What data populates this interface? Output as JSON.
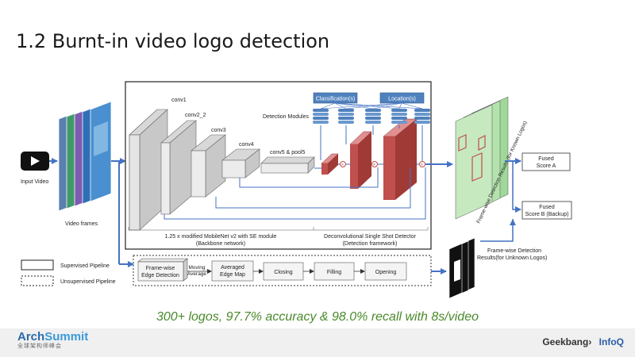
{
  "slide": {
    "title": "1.2 Burnt-in video logo detection",
    "caption": "300+ logos, 97.7% accuracy & 98.0% recall with 8s/video"
  },
  "diagram": {
    "input_video": "Input Video",
    "video_frames": "Video frames",
    "layers": [
      "conv1",
      "conv2_2",
      "conv3",
      "conv4",
      "conv5 & pool5"
    ],
    "detection_modules": "Detection Modules",
    "classification": "Classification(s)",
    "location": "Location(s)",
    "backbone_line1": "1.25 x modified MobileNet v2 with SE module",
    "backbone_line2": "(Backbone network)",
    "detector_line1": "Deconvolutional Single Shot Detector",
    "detector_line2": "(Detection framework)",
    "known_results": "Frame-wise Detection Results (for Known Logos)",
    "fused_a_line1": "Fused",
    "fused_a_line2": "Score A",
    "fused_b_line1": "Fused",
    "fused_b_line2": "Score B (Backup)",
    "unknown_results_line1": "Frame-wise Detection",
    "unknown_results_line2": "Results(for Unknown Logos)",
    "legend_supervised": "Supervised Pipeline",
    "legend_unsupervised": "Unsupervised Pipeline",
    "pipeline": {
      "edge_line1": "Frame-wise",
      "edge_line2": "Edge Detection",
      "moving_line1": "Moving",
      "moving_line2": "Average",
      "avg_line1": "Averaged",
      "avg_line2": "Edge Map",
      "closing": "Closing",
      "filling": "Filling",
      "opening": "Opening"
    }
  },
  "footer": {
    "left_brand_a": "Arch",
    "left_brand_b": "Summit",
    "left_sub": "全球架构师峰会",
    "right_brand_a": "Geekbang›",
    "right_brand_b": "InfoQ"
  },
  "colors": {
    "arrow_blue": "#4472c4",
    "red_block": "#c0504d",
    "green_map": "#c6e9c0",
    "module_blue": "#4f81bd"
  }
}
